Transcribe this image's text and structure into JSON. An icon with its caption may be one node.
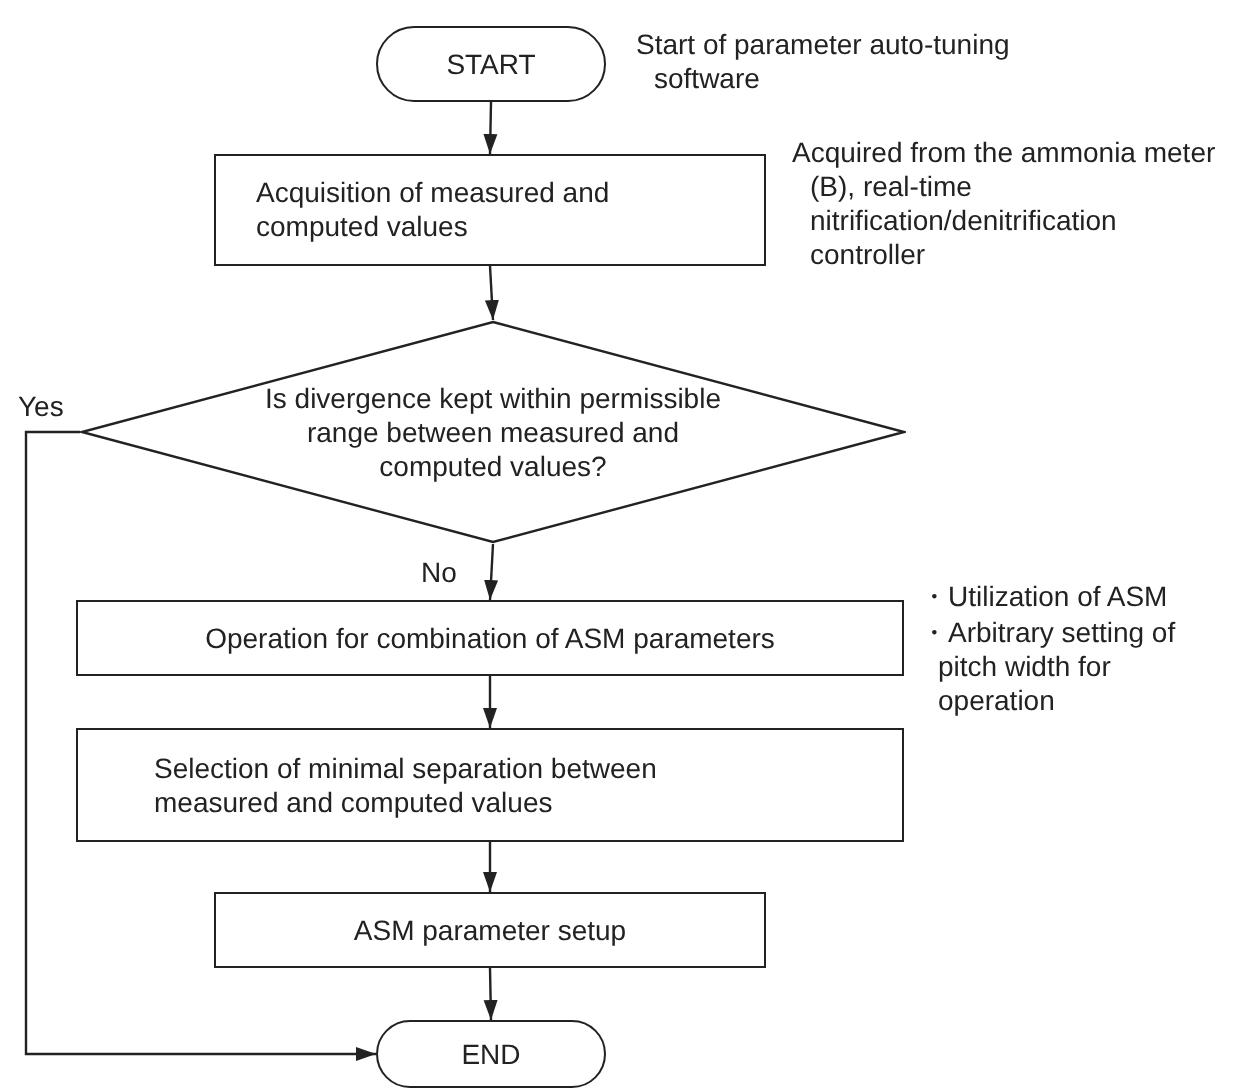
{
  "diagram": {
    "nodes": [
      {
        "text": [
          "START"
        ],
        "beside": [
          "Start of parameter auto-tuning software"
        ]
      },
      {
        "text": [
          "Acquisition of measured and computed values"
        ],
        "beside": [
          "Acquired from the ammonia meter (B), real-time nitrification/denitrification controller"
        ]
      },
      {
        "text": [
          "Is divergence kept within permissible range between measured and computed values?"
        ]
      },
      {
        "text": [
          "Operation for combination of ASM parameters"
        ],
        "beside": [
          "・Utilization of ASM",
          "・Arbitrary setting of pitch width for operation"
        ]
      },
      {
        "text": [
          "Selection of minimal separation between measured and computed values"
        ]
      },
      {
        "text": [
          "ASM parameter setup"
        ]
      },
      {
        "text": [
          "END"
        ]
      }
    ],
    "edges": [
      {
        "from": 0,
        "to": 1,
        "arrow": "to"
      },
      {
        "from": 1,
        "to": 2,
        "arrow": "to"
      },
      {
        "from": 2,
        "to": 3,
        "arrow": "to",
        "label": "No"
      },
      {
        "from": 3,
        "to": 4,
        "arrow": "to"
      },
      {
        "from": 4,
        "to": 5,
        "arrow": "to"
      },
      {
        "from": 5,
        "to": 6,
        "arrow": "to"
      },
      {
        "from": 2,
        "to": 6,
        "arrow": "to",
        "label": "Yes"
      }
    ]
  }
}
